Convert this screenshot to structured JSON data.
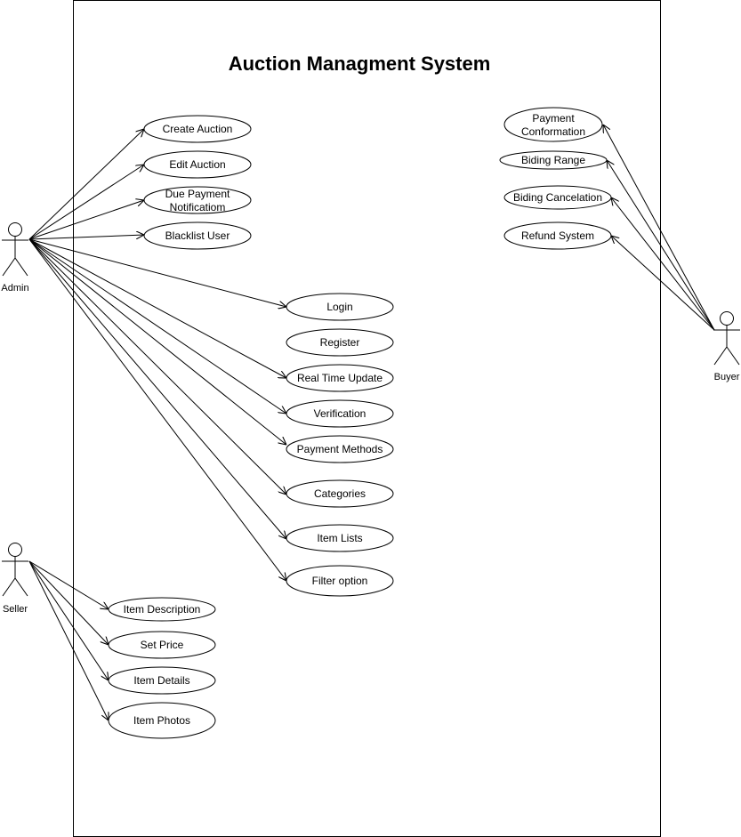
{
  "system": {
    "title": "Auction Managment System"
  },
  "actors": {
    "admin": "Admin",
    "seller": "Seller",
    "buyer": "Buyer"
  },
  "use_cases": {
    "create_auction": "Create Auction",
    "edit_auction": "Edit Auction",
    "due_payment": [
      "Due Payment",
      "Notificatiom"
    ],
    "blacklist_user": "Blacklist User",
    "login": "Login",
    "register": "Register",
    "real_time_update": "Real Time Update",
    "verification": "Verification",
    "payment_methods": "Payment Methods",
    "categories": "Categories",
    "item_lists": "Item Lists",
    "filter_option": "Filter option",
    "payment_confirmation": [
      "Payment",
      "Conformation"
    ],
    "biding_range": "Biding Range",
    "biding_cancelation": "Biding Cancelation",
    "refund_system": "Refund System",
    "item_description": "Item Description",
    "set_price": "Set Price",
    "item_details": "Item Details",
    "item_photos": "Item Photos"
  }
}
